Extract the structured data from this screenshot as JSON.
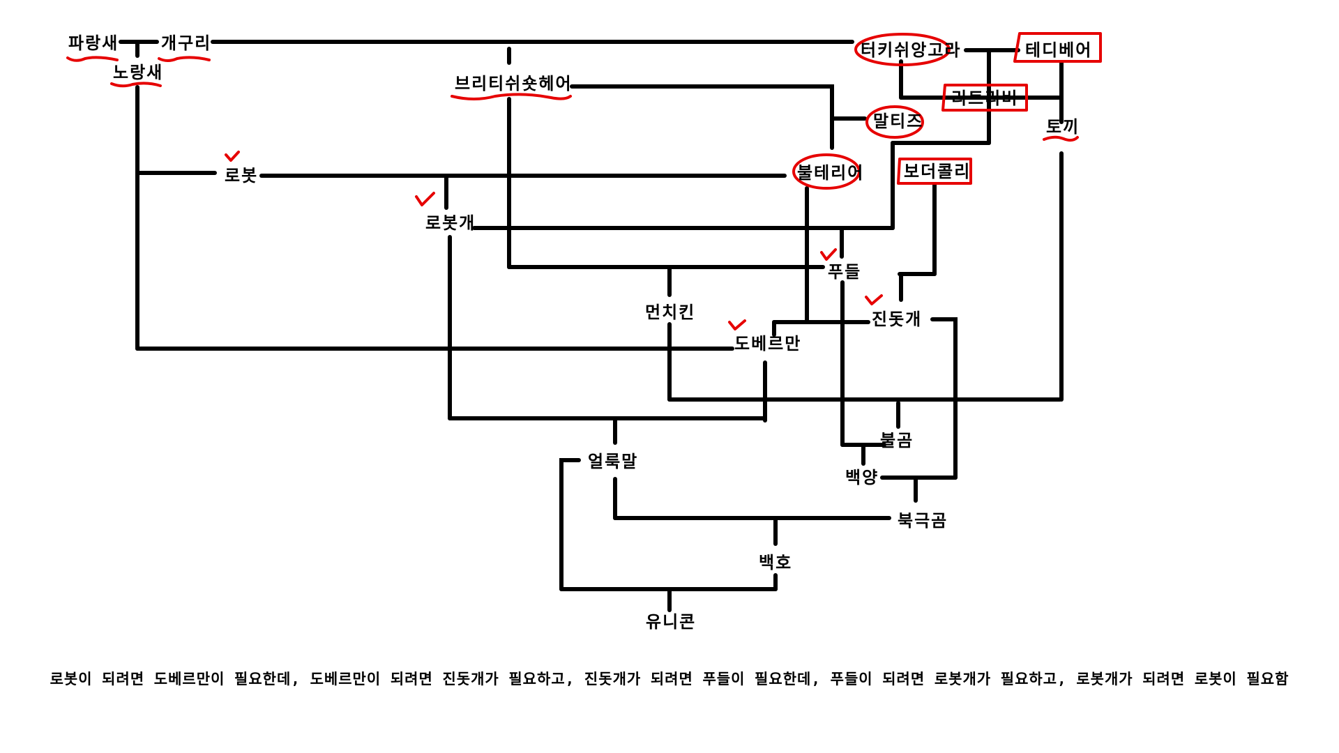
{
  "nodes": {
    "parangsae": "파랑새",
    "gaeguri": "개구리",
    "norangsae": "노랑새",
    "british": "브리티쉬숏헤어",
    "turkish": "터키쉬앙고라",
    "teddy": "테디베어",
    "retriever": "리트리버",
    "maltese": "말티즈",
    "toki": "토끼",
    "bulterrier": "불테리어",
    "border": "보더콜리",
    "robot": "로봇",
    "robotdog": "로봇개",
    "poodle": "푸들",
    "munchkin": "먼치킨",
    "jindo": "진돗개",
    "doberman": "도베르만",
    "bulgom": "불곰",
    "baekyang": "백양",
    "zebra": "얼룩말",
    "polarbear": "북극곰",
    "baekho": "백호",
    "unicorn": "유니콘"
  },
  "caption": "로봇이 되려면 도베르만이 필요한데, 도베르만이 되려면 진돗개가 필요하고, 진돗개가 되려면 푸들이 필요한데, 푸들이 되려면 로봇개가 필요하고, 로봇개가 되려면 로봇이 필요함",
  "colors": {
    "line": "#000000",
    "annotation": "#e60000"
  },
  "annotations": {
    "circled": [
      "turkish",
      "maltese",
      "bulterrier"
    ],
    "boxed": [
      "teddy",
      "retriever",
      "border"
    ],
    "underlined": [
      "parangsae",
      "gaeguri",
      "norangsae",
      "british",
      "toki"
    ],
    "checked": [
      "robot",
      "robotdog",
      "poodle",
      "jindo",
      "doberman"
    ]
  }
}
